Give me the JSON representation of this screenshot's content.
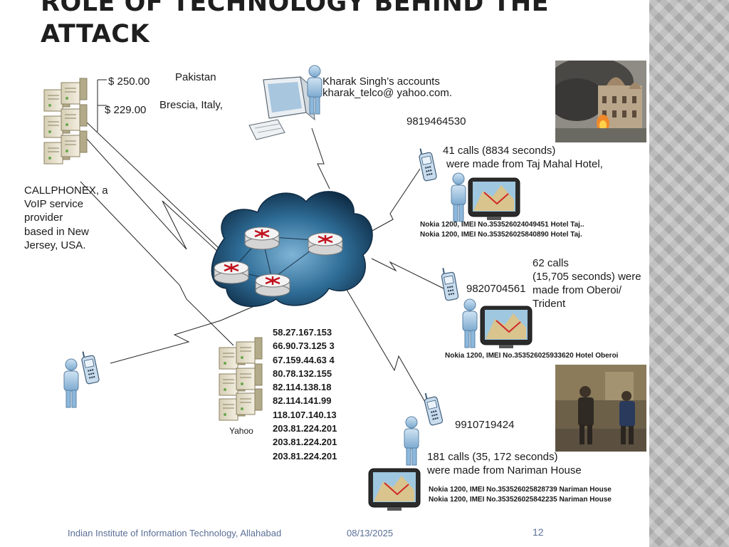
{
  "slide": {
    "title_line1": "ROLE OF TECHNOLOGY BEHIND THE",
    "title_line2": "ATTACK",
    "page_number": "12"
  },
  "footer": {
    "institute": "Indian Institute of Information Technology, Allahabad",
    "date": "08/13/2025"
  },
  "payments": [
    "$ 250.00",
    "$ 229.00"
  ],
  "locations": [
    "Pakistan",
    "Brescia, Italy,"
  ],
  "callphonex": [
    "CALLPHONEX, a",
    "VoIP service",
    "provider",
    "based in New",
    "Jersey, USA."
  ],
  "kharak": [
    "Kharak Singh’s accounts",
    "kharak_telco@ yahoo.com."
  ],
  "phone1": {
    "number": "9819464530",
    "calls": [
      "41 calls (8834 seconds)",
      "were made from Taj Mahal Hotel,"
    ],
    "handsets": [
      "Nokia 1200, IMEI No.353526024049451 Hotel Taj..",
      "Nokia 1200, IMEI No.353526025840890 Hotel Taj."
    ]
  },
  "phone2": {
    "number": "9820704561",
    "calls": [
      "62 calls",
      "(15,705 seconds) were",
      "made from Oberoi/",
      "Trident"
    ],
    "handsets": [
      "Nokia 1200, IMEI No.353526025933620 Hotel Oberoi"
    ]
  },
  "phone3": {
    "number": "9910719424",
    "calls": [
      "181 calls (35, 172 seconds)",
      "were made from Nariman House"
    ],
    "handsets": [
      "Nokia 1200, IMEI No.353526025828739 Nariman House",
      "Nokia 1200, IMEI No.353526025842235 Nariman House"
    ]
  },
  "yahoo_label": "Yahoo",
  "ip_addresses": [
    "58.27.167.153",
    "66.90.73.125 3",
    "67.159.44.63 4",
    "80.78.132.155",
    "82.114.138.18",
    "82.114.141.99",
    "118.107.140.13",
    "203.81.224.201",
    "203.81.224.201",
    "203.81.224.201"
  ]
}
